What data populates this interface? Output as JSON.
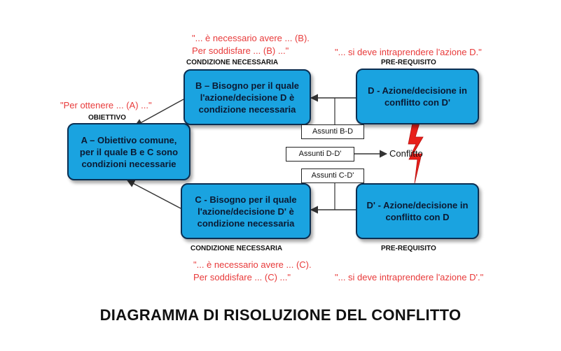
{
  "title": "DIAGRAMMA DI RISOLUZIONE DEL CONFLITTO",
  "nodes": {
    "A": "A – Obiettivo comune,\nper il quale B e C sono\ncondizioni necessarie",
    "B": "B – Bisogno per il quale\nl'azione/decisione D è\ncondizione necessaria",
    "C": "C - Bisogno per il quale\nl'azione/decisione D' è\ncondizione necessaria",
    "D": "D - Azione/decisione in\nconflitto con D'",
    "D2": "D' - Azione/decisione in\nconflitto con D"
  },
  "labels": {
    "obiettivo": "OBIETTIVO",
    "cond_top": "CONDIZIONE NECESSARIA",
    "cond_bottom": "CONDIZIONE NECESSARIA",
    "prereq_top": "PRE-REQUISITO",
    "prereq_bottom": "PRE-REQUISITO"
  },
  "quotes": {
    "a": "\"Per ottenere ... (A) ...\"",
    "b": "\"... è necessario avere ... (B).\nPer soddisfare ... (B) ...\"",
    "d": "\"... si deve intraprendere l'azione D.\"",
    "c": "\"... è necessario avere ... (C).\nPer soddisfare ... (C) ...\"",
    "d2": "\"... si deve intraprendere l'azione D'.\""
  },
  "assumptions": {
    "bd": "Assunti B-D",
    "dd": "Assunti D-D'",
    "cd": "Assunti C-D'"
  },
  "conflict": "Conflitto",
  "colors": {
    "node_fill": "#1aa3e0",
    "node_border": "#0b2f52",
    "quote": "#e83a3a",
    "lightning": "#e8201a"
  }
}
